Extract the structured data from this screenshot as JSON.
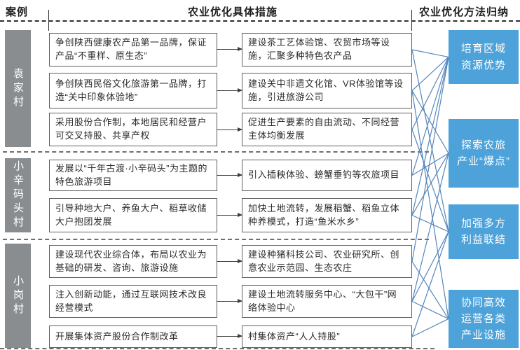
{
  "header": {
    "col_case": "案例",
    "col_measures": "农业优化具体措施",
    "col_summary": "农业优化方法归纳"
  },
  "colors": {
    "summary_blue": "#4DA2D9",
    "line_blue": "#5585BB",
    "bar_gray": "#8A8D90"
  },
  "sections": [
    {
      "village": "袁家村",
      "rows": [
        {
          "measure": "争创陕西健康农产品第一品牌，保证产品“不重样、原生态”",
          "result": "建设茶工艺体验馆、农贸市场等设施，汇聚多种特色农产品"
        },
        {
          "measure": "争创陕西民俗文化旅游第一品牌，打造“关中印象体验地”",
          "result": "建设关中非遗文化馆、VR体验馆等设施，引进旅游公司"
        },
        {
          "measure": "采用股份合作制，本地居民和经营户可交叉持股、共享产权",
          "result": "促进生产要素的自由流动、不同经营主体均衡发展"
        }
      ]
    },
    {
      "village": "小辛码头村",
      "rows": [
        {
          "measure": "发展以“千年古渡·小辛码头”为主题的特色旅游项目",
          "result": "引入插秧体验、螃蟹垂钓等农旅项目"
        },
        {
          "measure": "引导种地大户、养鱼大户、稻草收储大户抱团发展",
          "result": "加快土地流转，发展稻蟹、稻鱼立体种养模式，打造“鱼米水乡”"
        }
      ]
    },
    {
      "village": "小岗村",
      "rows": [
        {
          "measure": "建设现代农业综合体，布局以农业为基础的研发、咨询、旅游设施",
          "result": "建设种猪科技公司、农业研究所、创意农业示范园、生态农庄"
        },
        {
          "measure": "注入创新动能，通过互联网技术改良经营模式",
          "result": "建设土地流转服务中心、“大包干”网络体验中心"
        },
        {
          "measure": "开展集体资产股份合作制改革",
          "result": "村集体资产“人人持股”"
        }
      ]
    }
  ],
  "summaries": [
    "培育区域资源优势",
    "探索农旅产业“爆点”",
    "加强多方利益联结",
    "协同高效运营各类产业设施"
  ],
  "connections": [
    [
      0,
      0
    ],
    [
      0,
      2
    ],
    [
      1,
      0
    ],
    [
      1,
      1
    ],
    [
      1,
      3
    ],
    [
      2,
      0
    ],
    [
      2,
      2
    ],
    [
      3,
      0
    ],
    [
      3,
      1
    ],
    [
      4,
      0
    ],
    [
      4,
      1
    ],
    [
      4,
      2
    ],
    [
      5,
      0
    ],
    [
      5,
      3
    ],
    [
      6,
      1
    ],
    [
      6,
      2
    ],
    [
      6,
      3
    ],
    [
      7,
      2
    ],
    [
      7,
      3
    ]
  ]
}
